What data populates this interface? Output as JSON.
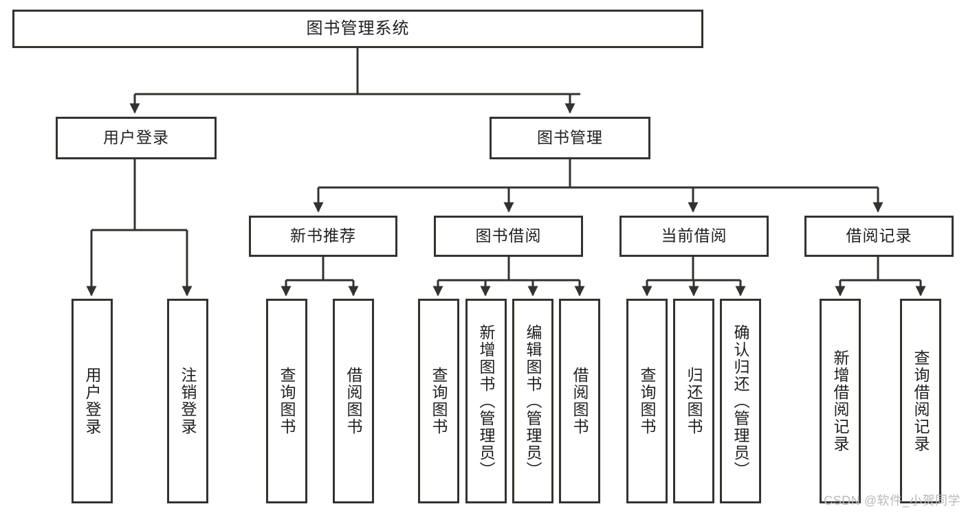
{
  "diagram": {
    "title": "图书管理系统",
    "type": "hierarchy-tree",
    "orientation": "top-down"
  },
  "root": {
    "label": "图书管理系统"
  },
  "level2": [
    {
      "id": "user-login",
      "label": "用户登录"
    },
    {
      "id": "book-management",
      "label": "图书管理"
    }
  ],
  "level3": [
    {
      "id": "new-book-recommend",
      "label": "新书推荐"
    },
    {
      "id": "book-borrow",
      "label": "图书借阅"
    },
    {
      "id": "current-borrow",
      "label": "当前借阅"
    },
    {
      "id": "borrow-record",
      "label": "借阅记录"
    }
  ],
  "leaves": {
    "user_login": [
      {
        "id": "leaf-user-login",
        "label": "用户登录"
      },
      {
        "id": "leaf-user-logout",
        "label": "注销登录"
      }
    ],
    "new_book_recommend": [
      {
        "id": "leaf-query-book-1",
        "label": "查询图书"
      },
      {
        "id": "leaf-borrow-book-1",
        "label": "借阅图书"
      }
    ],
    "book_borrow": [
      {
        "id": "leaf-query-book-2",
        "label": "查询图书"
      },
      {
        "id": "leaf-add-book",
        "label": "新增图书（管理员）"
      },
      {
        "id": "leaf-edit-book",
        "label": "编辑图书（管理员）"
      },
      {
        "id": "leaf-borrow-book-2",
        "label": "借阅图书"
      }
    ],
    "current_borrow": [
      {
        "id": "leaf-query-book-3",
        "label": "查询图书"
      },
      {
        "id": "leaf-return-book",
        "label": "归还图书"
      },
      {
        "id": "leaf-confirm-return",
        "label": "确认归还（管理员）"
      }
    ],
    "borrow_record": [
      {
        "id": "leaf-add-record",
        "label": "新增借阅记录"
      },
      {
        "id": "leaf-query-record",
        "label": "查询借阅记录"
      }
    ]
  },
  "watermark": {
    "text": "CSDN @软件_小贺同学"
  },
  "colors": {
    "stroke": "#33322f",
    "background": "#ffffff",
    "text": "#1f1f1f",
    "watermark": "#b9b9b9"
  }
}
